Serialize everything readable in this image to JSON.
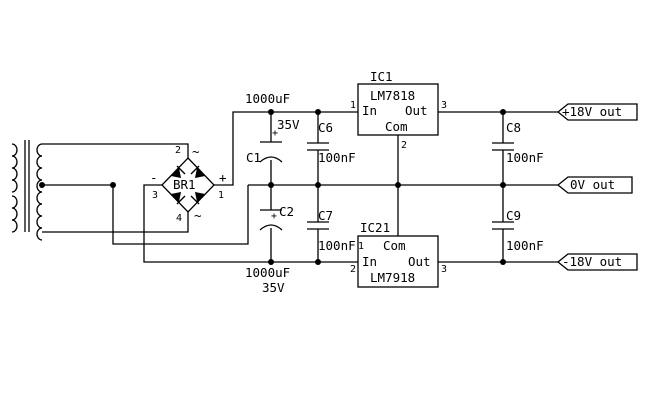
{
  "ic1": {
    "ref": "IC1",
    "part": "LM7818",
    "in": "In",
    "out": "Out",
    "com": "Com",
    "pin_in": "1",
    "pin_com": "2",
    "pin_out": "3"
  },
  "ic2": {
    "ref": "IC21",
    "part": "LM7918",
    "in": "In",
    "out": "Out",
    "com": "Com",
    "pin_in": "2",
    "pin_com": "1",
    "pin_out": "3"
  },
  "bridge": {
    "ref": "BR1",
    "pin1": "1",
    "pin2": "2",
    "pin3": "3",
    "pin4": "4",
    "plus": "+",
    "minus": "-",
    "ac": "~"
  },
  "c1": {
    "ref": "C1",
    "value": "1000uF",
    "voltage": "35V",
    "polarity": "+"
  },
  "c2": {
    "ref": "C2",
    "value": "1000uF",
    "voltage": "35V",
    "polarity": "+"
  },
  "c6": {
    "ref": "C6",
    "value": "100nF"
  },
  "c7": {
    "ref": "C7",
    "value": "100nF"
  },
  "c8": {
    "ref": "C8",
    "value": "100nF"
  },
  "c9": {
    "ref": "C9",
    "value": "100nF"
  },
  "ports": {
    "pos": "+18V out",
    "gnd": "0V out",
    "neg": "-18V out"
  },
  "icons": {
    "transformer": "transformer-icon",
    "bridge": "bridge-rectifier-icon",
    "cap": "capacitor-icon"
  }
}
